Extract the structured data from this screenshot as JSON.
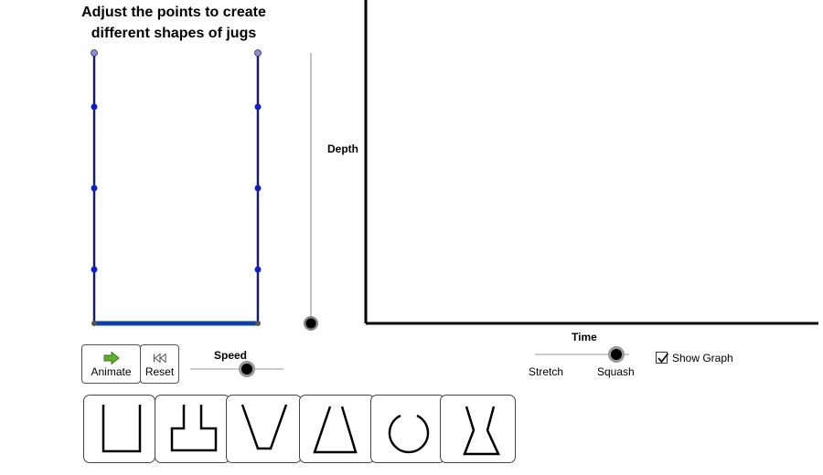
{
  "instruction": {
    "line1": "Adjust the points to create",
    "line2": "different shapes of jugs"
  },
  "graph": {
    "y_label": "Depth",
    "x_label": "Time"
  },
  "controls": {
    "animate_label": "Animate",
    "reset_label": "Reset",
    "speed_label": "Speed",
    "speed_value": 0.35,
    "stretch_label": "Stretch",
    "squash_label": "Squash",
    "stretch_squash_value": 0.85,
    "show_graph_label": "Show Graph",
    "show_graph_checked": true
  },
  "colors": {
    "jug_wall": "#1a1a66",
    "jug_base": "#0d3fa8",
    "control_point": "#1020c0",
    "top_point": "#8a8ae0",
    "animate_arrow": "#5fb030"
  },
  "shape_presets": [
    {
      "id": "u-shape"
    },
    {
      "id": "flask-shape"
    },
    {
      "id": "v-shape"
    },
    {
      "id": "cone-shape"
    },
    {
      "id": "round-flask-shape"
    },
    {
      "id": "hourglass-shape"
    }
  ]
}
